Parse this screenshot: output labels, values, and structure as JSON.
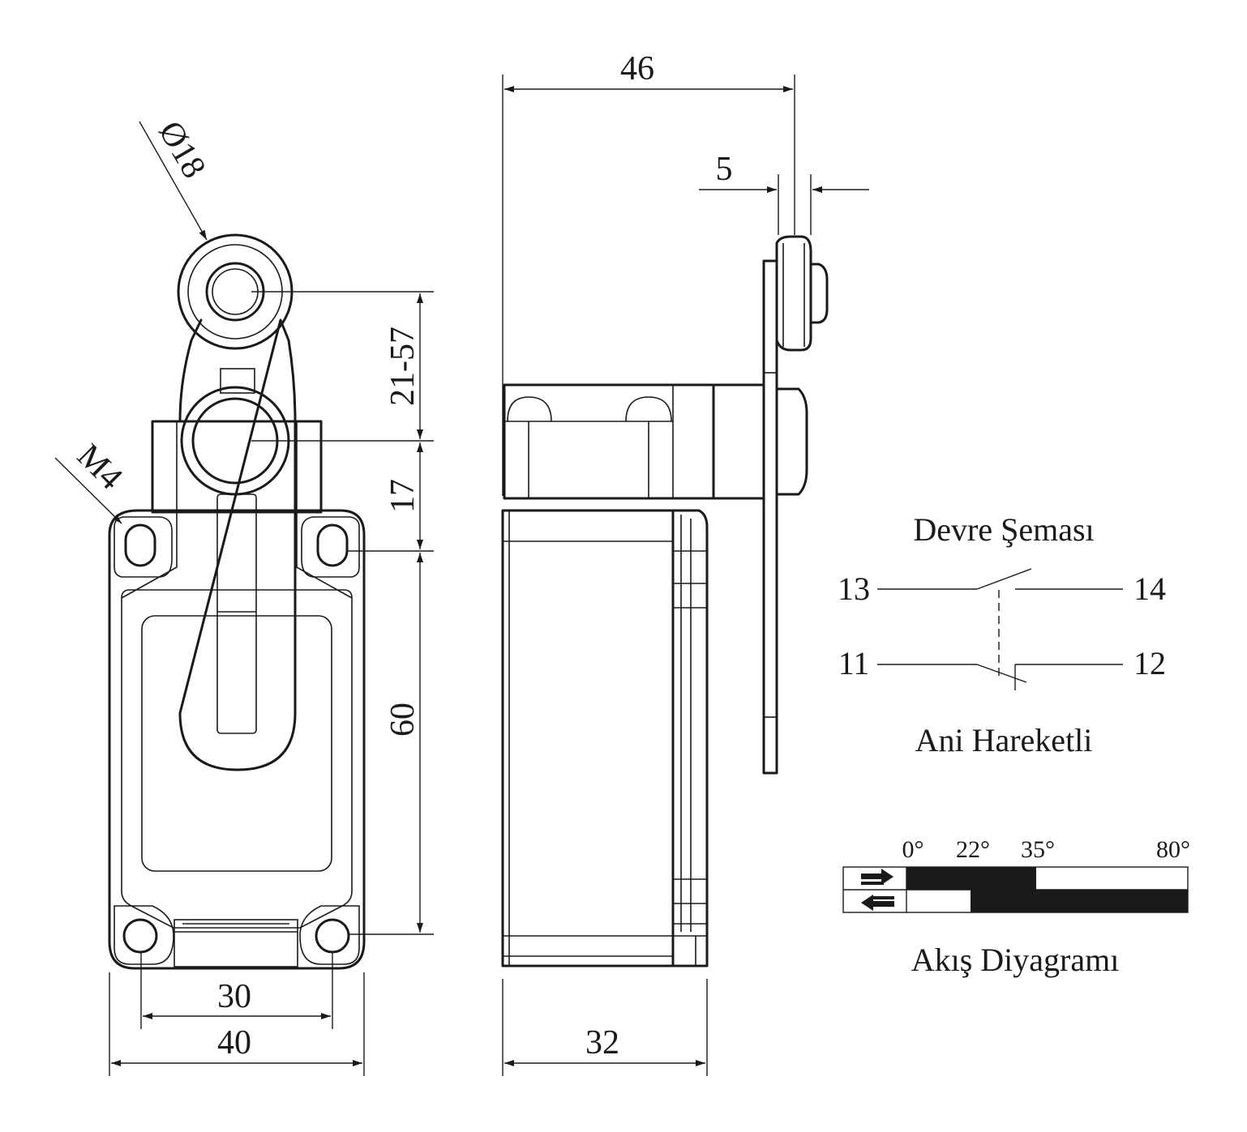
{
  "drawing": {
    "front_view": {
      "dim_roller_diameter": "Ø18",
      "dim_thread": "M4",
      "dim_arm_length": "21-57",
      "dim_shaft_to_hole": "17",
      "dim_hole_spacing_vertical": "60",
      "dim_hole_spacing_horizontal": "30",
      "dim_body_width": "40"
    },
    "side_view": {
      "dim_total_depth": "46",
      "dim_roller_width": "5",
      "dim_body_depth": "32"
    },
    "circuit": {
      "title": "Devre Şeması",
      "terminals": [
        "13",
        "14",
        "11",
        "12"
      ],
      "subtitle": "Ani Hareketli"
    },
    "flow": {
      "angles": [
        "0°",
        "22°",
        "35°",
        "80°"
      ],
      "title": "Akış Diyagramı",
      "rows": [
        {
          "direction": "right-arrow",
          "filled_range_deg": [
            0,
            35
          ]
        },
        {
          "direction": "left-arrow",
          "filled_range_deg": [
            22,
            80
          ]
        }
      ]
    }
  }
}
